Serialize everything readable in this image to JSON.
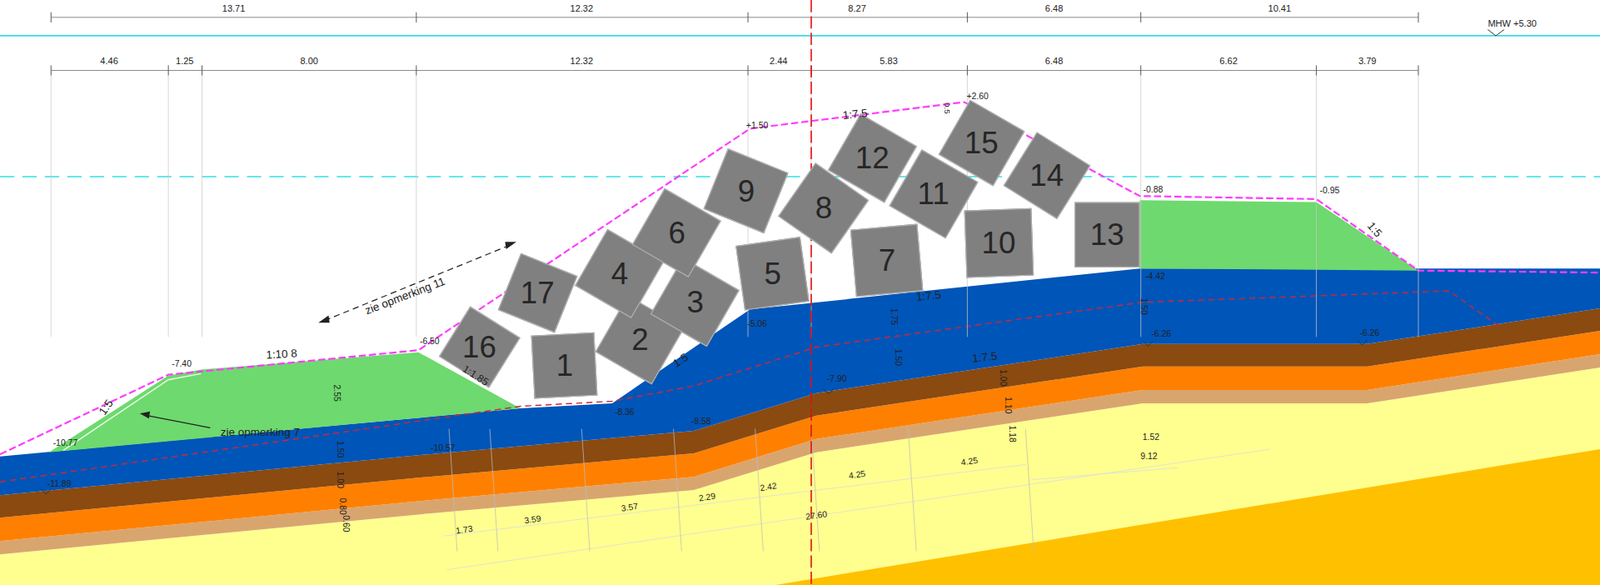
{
  "diagram": {
    "nodes": [
      {
        "text": [
          "1"
        ]
      },
      {
        "text": [
          "2"
        ]
      },
      {
        "text": [
          "3"
        ]
      },
      {
        "text": [
          "4"
        ]
      },
      {
        "text": [
          "5"
        ]
      },
      {
        "text": [
          "6"
        ]
      },
      {
        "text": [
          "7"
        ]
      },
      {
        "text": [
          "8"
        ]
      },
      {
        "text": [
          "9"
        ]
      },
      {
        "text": [
          "10"
        ]
      },
      {
        "text": [
          "11"
        ]
      },
      {
        "text": [
          "12"
        ]
      },
      {
        "text": [
          "13"
        ]
      },
      {
        "text": [
          "14"
        ]
      },
      {
        "text": [
          "15"
        ]
      },
      {
        "text": [
          "16"
        ]
      },
      {
        "text": [
          "17"
        ]
      }
    ],
    "labels": [
      "13.71",
      "12.32",
      "8.27",
      "6.48",
      "10.41",
      "MHW +5.30",
      "4.46",
      "1.25",
      "8.00",
      "12.32",
      "2.44",
      "5.83",
      "6.48",
      "6.62",
      "3.79",
      "+1.50",
      "1:7.5",
      "0.5",
      "+2.60",
      "-0.88",
      "-0.95",
      "1:5",
      "1:5",
      "-7.40",
      "1:10 8",
      "-6.50",
      "1:1.85",
      "2.55",
      "1.50",
      "1.00",
      "0.80",
      "0.60",
      "-10.77",
      "-11.89",
      "-10.57",
      "-8.36",
      "-9.58",
      "1:5",
      "-5.06",
      "-7.90",
      "1.75",
      "1.50",
      "1:7.5",
      "1:7.5",
      "1.00",
      "1.10",
      "1.18",
      "-4.42",
      "1.50",
      "-6.26",
      "-6.26",
      "1.52",
      "9.12",
      "1.73",
      "3.59",
      "3.57",
      "2.29",
      "2.42",
      "27.60",
      "4.25",
      "4.25",
      "zie opmerking 7",
      "zie opmerking 11"
    ]
  }
}
